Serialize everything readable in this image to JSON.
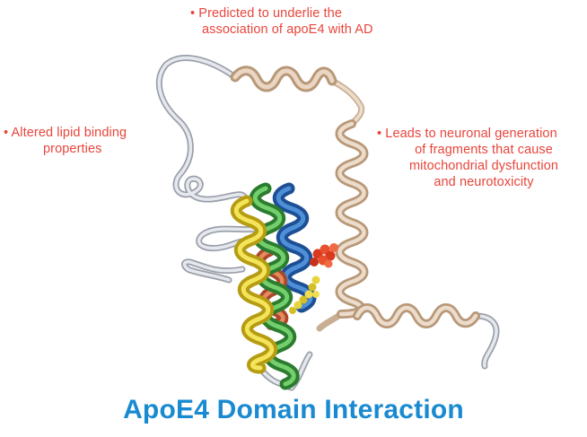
{
  "annotations": {
    "top": {
      "line1": "• Predicted to underlie the",
      "line2": "association of apoE4 with AD"
    },
    "left": {
      "line1": "• Altered lipid binding",
      "line2": "properties"
    },
    "right": {
      "line1": "• Leads to neuronal generation",
      "line2": "of fragments that cause",
      "line3": "mitochondrial dysfunction",
      "line4": "and neurotoxicity"
    }
  },
  "title": "ApoE4 Domain Interaction",
  "colors": {
    "annotation_text": "#e8453c",
    "title_text": "#1a8ad0",
    "coil": "#c8ccd4",
    "helix_tan": "#d9bfa6",
    "helix_yellow": "#e8d32a",
    "helix_green": "#4cad4c",
    "helix_blue": "#2a6fc0",
    "helix_orange": "#d86a3c",
    "residue_red": "#e0442a",
    "residue_yellow": "#e8d43a"
  }
}
